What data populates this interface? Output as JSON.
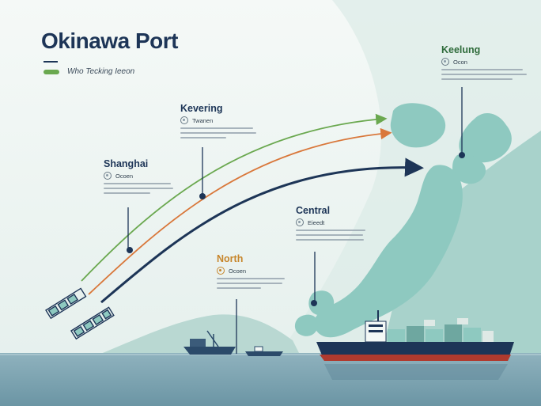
{
  "header": {
    "title": "Okinawa Port",
    "legend_text": "Who Tecking Ieeon"
  },
  "callouts": {
    "keelung": {
      "title": "Keelung",
      "subtitle": "Ocon"
    },
    "kevering": {
      "title": "Kevering",
      "subtitle": "Twanen"
    },
    "shanghai": {
      "title": "Shanghai",
      "subtitle": "Ocoen"
    },
    "central": {
      "title": "Central",
      "subtitle": "Eieedt"
    },
    "north": {
      "title": "North",
      "subtitle": "Ocoen"
    }
  },
  "colors": {
    "navy": "#1d3557",
    "green_route": "#6aa84f",
    "orange_route": "#d9773a",
    "land": "#8ec9c0",
    "sea": "#7fa6b4",
    "gold": "#c7862c"
  },
  "icons": [
    "ring-marker-icon",
    "container-ship-icon",
    "cargo-boat-icon",
    "containers-cluster-icon"
  ]
}
